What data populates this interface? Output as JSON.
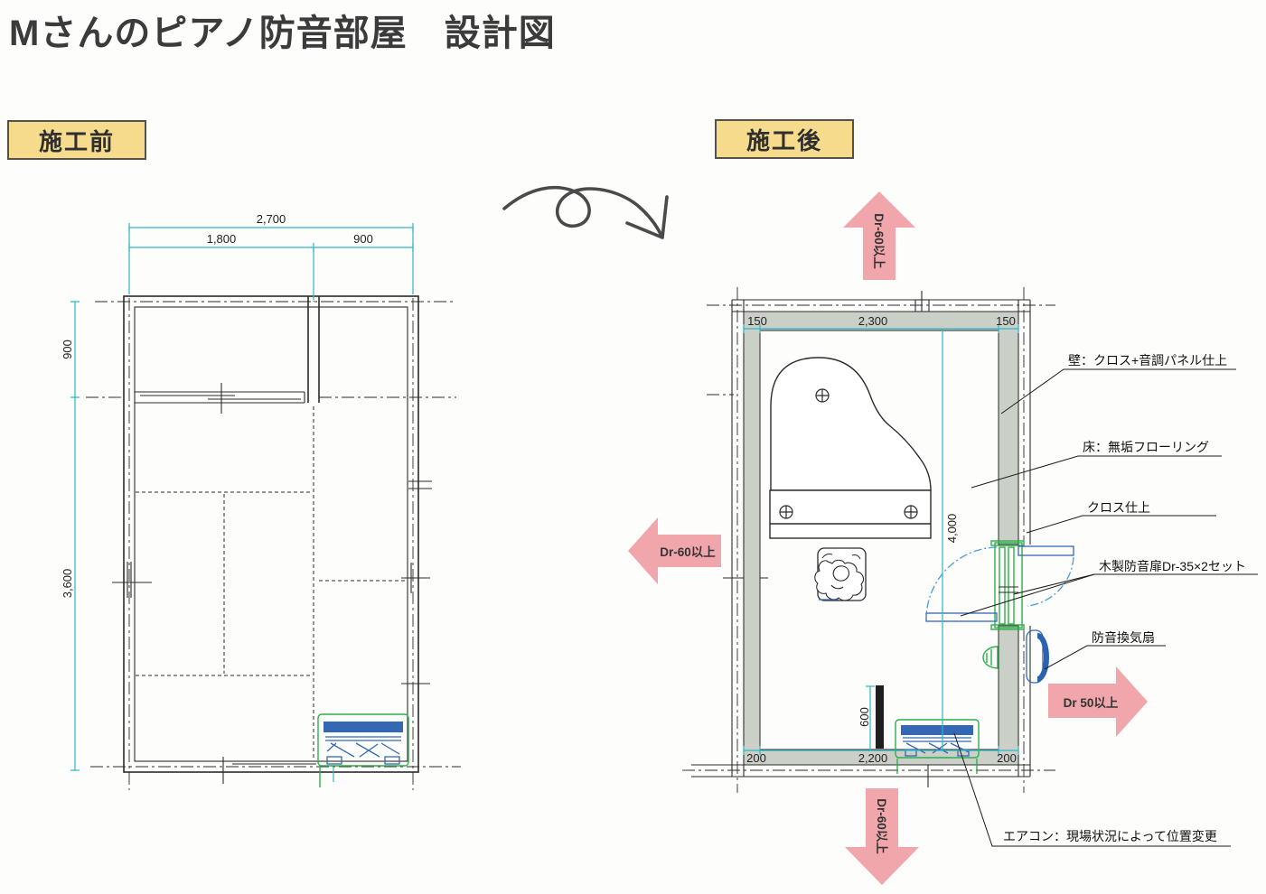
{
  "page": {
    "title": "Mさんのピアノ防音部屋　設計図"
  },
  "colors": {
    "label_bg": "#f6db8d",
    "arrow_pink": "#f1a6ac",
    "dim_cyan": "#2fb6c4",
    "wall_gray": "#cacfc8",
    "door_green": "#2fae4a",
    "unit_blue": "#3568b4"
  },
  "before": {
    "label": "施工前",
    "dims": {
      "total_width": "2,700",
      "left_width": "1,800",
      "right_width": "900",
      "top_depth": "900",
      "main_depth": "3,600"
    }
  },
  "after": {
    "label": "施工後",
    "dims": {
      "wall_left": "150",
      "inner_width": "2,300",
      "wall_right": "150",
      "room_length": "4,000",
      "panel_height": "600",
      "bottom_wall_left": "200",
      "bottom_inner": "2,200",
      "bottom_wall_right": "200"
    },
    "arrows": {
      "top": "Dr-60以上",
      "left": "Dr-60以上",
      "bottom": "Dr-60以上",
      "right": "Dr 50以上"
    },
    "notes": {
      "wall": "壁：クロス+音調パネル仕上",
      "floor": "床：無垢フローリング",
      "cloth": "クロス仕上",
      "door": "木製防音扉Dr-35×2セット",
      "fan": "防音換気扇",
      "aircon": "エアコン：現場状況によって位置変更"
    }
  }
}
